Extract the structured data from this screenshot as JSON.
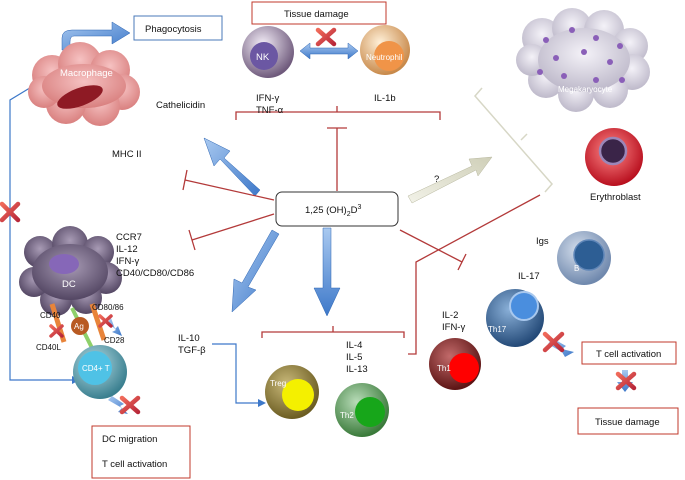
{
  "center": {
    "text": "1,25 (OH)",
    "sub1": "2",
    "mid": "D",
    "sup": "3"
  },
  "boxes": {
    "phagocytosis": "Phagocytosis",
    "tissue_damage_top": "Tissue damage",
    "t_cell_activation_right": "T cell activation",
    "tissue_damage_bottom": "Tissue damage",
    "dc_migration": "DC migration",
    "t_cell_activation_left": "T cell activation"
  },
  "cells": {
    "macrophage": "Macrophage",
    "nk": "NK",
    "neutrophil": "Neutrophil",
    "megakaryocyte": "Megakaryocyte",
    "erythroblast": "Erythroblast",
    "dc": "DC",
    "ag": "Ag",
    "cd4": "CD4+ T",
    "treg": "Treg",
    "th2": "Th2",
    "th1": "Th1",
    "th17": "Th17",
    "b": "B"
  },
  "labels": {
    "ifn_gamma_top": "IFN-γ",
    "tnf_alpha": "TNF-α",
    "il1b": "IL-1b",
    "cathelicidin": "Cathelicidin",
    "mhc2": "MHC II",
    "question": "?",
    "ccr7": "CCR7",
    "il12": "IL-12",
    "ifn_gamma_dc": "IFN-γ",
    "costim": "CD40/CD80/CD86",
    "cd40": "CD40",
    "cd40l": "CD40L",
    "cd80_86": "CD80/86",
    "cd28": "CD28",
    "il10": "IL-10",
    "tgfb": "TGF-β",
    "il4": "IL-4",
    "il5": "IL-5",
    "il13": "IL-13",
    "il2": "IL-2",
    "ifn_gamma_th1": "IFN-γ",
    "il17": "IL-17",
    "igs": "Igs"
  }
}
